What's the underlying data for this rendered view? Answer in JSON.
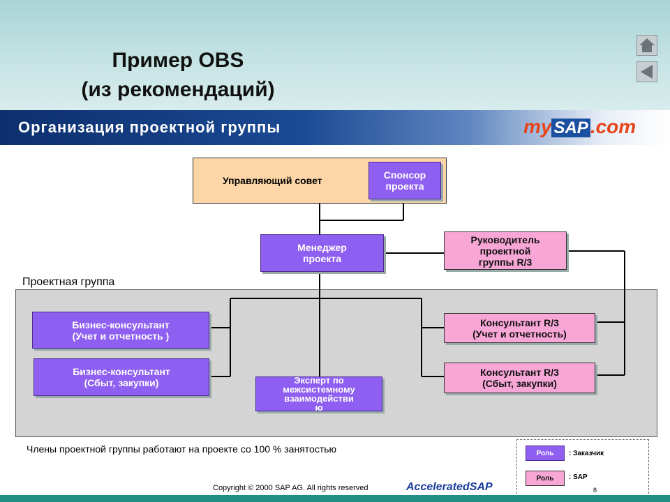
{
  "title": {
    "line1": "Пример OBS",
    "line2": "(из рекомендаций)"
  },
  "band": {
    "text": "Организация проектной группы"
  },
  "logo": {
    "my": "my",
    "sap": "SAP",
    "com": ".com"
  },
  "nav": {
    "home_icon": "home-icon",
    "back_icon": "back-arrow-icon"
  },
  "diagram": {
    "board": "Управляющий совет",
    "sponsor": "Спонсор\nпроекта",
    "manager": "Менеджер\nпроекта",
    "r3_lead": "Руководитель\nпроектной\nгруппы R/3",
    "team_label": "Проектная группа",
    "biz1": "Бизнес-консультант\n(Учет и отчетность )",
    "biz2": "Бизнес-консультант\n(Сбыт, закупки)",
    "expert": "Эксперт по\nмежсистемному\nвзаимодействи\nю",
    "r3c1": "Консультант R/3\n(Учет и отчетность)",
    "r3c2": "Консультант R/3\n(Сбыт, закупки)"
  },
  "note": "Члены проектной группы работают на проекте со 100 % занятостью",
  "legend": {
    "chip": "Роль",
    "customer": ": Заказчик",
    "sap": ": SAP",
    "colors": {
      "customer": "#8e5ff0",
      "sap": "#f7a6d6"
    }
  },
  "footer": {
    "copyright": "Copyright © 2000 SAP AG. All rights reserved",
    "asap": "AcceleratedSAP",
    "page": "8"
  }
}
